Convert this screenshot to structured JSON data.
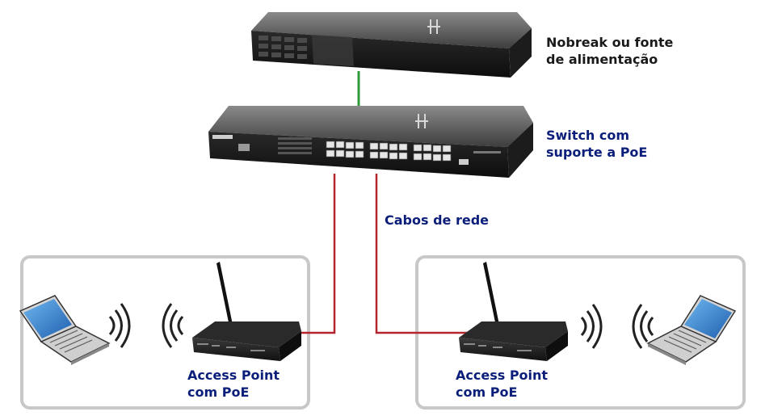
{
  "labels": {
    "ups": {
      "line1": "Nobreak ou fonte",
      "line2": "de alimentação"
    },
    "switch": {
      "line1": "Switch com",
      "line2": "suporte a PoE"
    },
    "cables": "Cabos de rede",
    "ap_left": {
      "line1": "Access Point",
      "line2": "com PoE"
    },
    "ap_right": {
      "line1": "Access Point",
      "line2": "com PoE"
    }
  },
  "colors": {
    "dark_label": "#1a1a1a",
    "blue_label": "#0b1f7a",
    "power_cable": "#2e9a3a",
    "network_cable": "#b3262d",
    "group_border": "#c8c8c8"
  }
}
